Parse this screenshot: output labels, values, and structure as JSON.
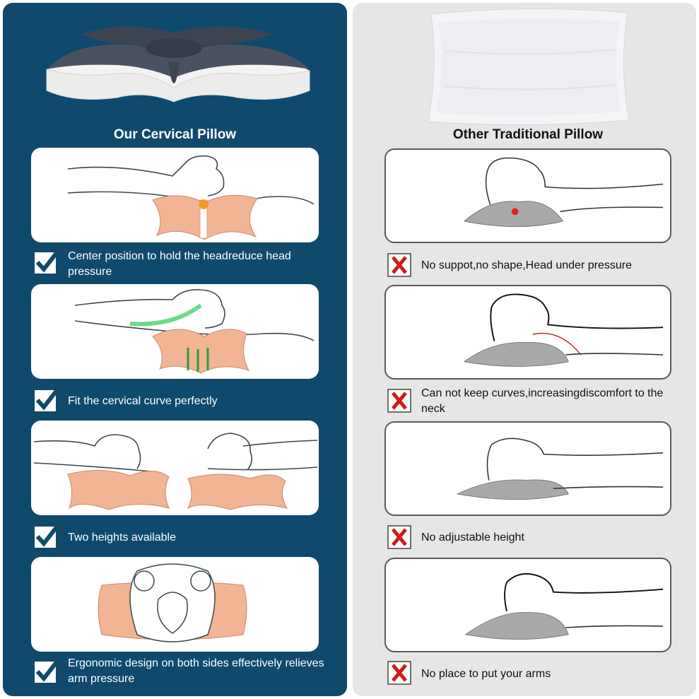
{
  "left": {
    "title": "Our Cervical Pillow",
    "items": [
      {
        "caption": "Center position to hold the headreduce head pressure"
      },
      {
        "caption": "Fit the cervical curve perfectly"
      },
      {
        "caption": "Two heights available"
      },
      {
        "caption": "Ergonomic design on both sides effectively relieves arm pressure"
      }
    ]
  },
  "right": {
    "title": "Other Traditional Pillow",
    "items": [
      {
        "caption": "No suppot,no shape,Head under pressure"
      },
      {
        "caption": "Can not keep curves,increasingdiscomfort to the neck"
      },
      {
        "caption": "No adjustable height"
      },
      {
        "caption": "No place to put your arms"
      }
    ]
  },
  "colors": {
    "left_panel": "#0f4a6c",
    "right_panel": "#e6e6e6",
    "memory_foam": "#f2b494",
    "pillow_grey": "#a9a9a9",
    "x_mark": "#d01a1a",
    "check": "#0f4a6c"
  }
}
